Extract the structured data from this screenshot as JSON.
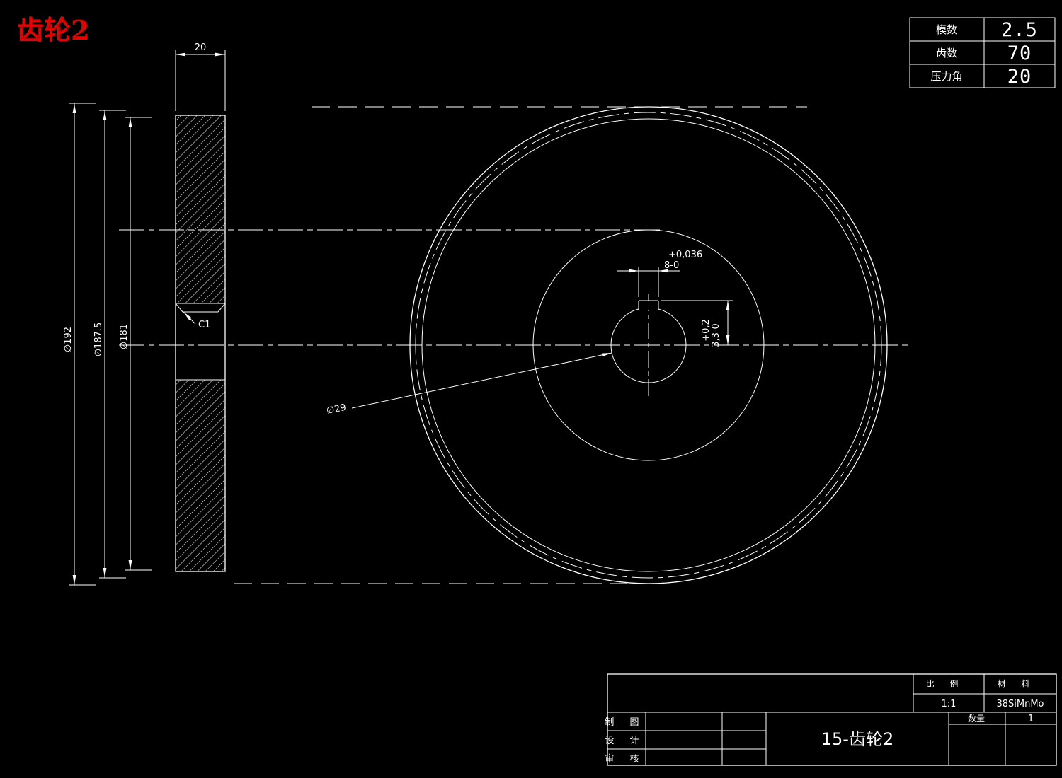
{
  "colors": {
    "background": "#000000",
    "lines": "#ffffff",
    "title_red": "#e60000"
  },
  "title": "齿轮2",
  "param_table": {
    "rows": [
      {
        "label": "模数",
        "value": "2.5"
      },
      {
        "label": "齿数",
        "value": "70"
      },
      {
        "label": "压力角",
        "value": "20"
      }
    ]
  },
  "dimensions": {
    "face_width": "20",
    "tip_diameter": "∅192",
    "pitch_diameter": "∅187.5",
    "root_diameter": "∅181",
    "chamfer": "C1",
    "keyway_width_tol": "+0,036",
    "keyway_width": "8-0",
    "keyway_depth_tol": "+0,2",
    "keyway_depth": "3,3-0",
    "bore_diameter": "∅29"
  },
  "title_block": {
    "scale_label": "比 例",
    "scale_value": "1:1",
    "material_label": "材 料",
    "material_value": "38SiMnMo",
    "drawn_label": "制 图",
    "designed_label": "设 计",
    "checked_label": "审 核",
    "quantity_label": "数量",
    "quantity_value": "1",
    "drawing_title": "15-齿轮2"
  }
}
